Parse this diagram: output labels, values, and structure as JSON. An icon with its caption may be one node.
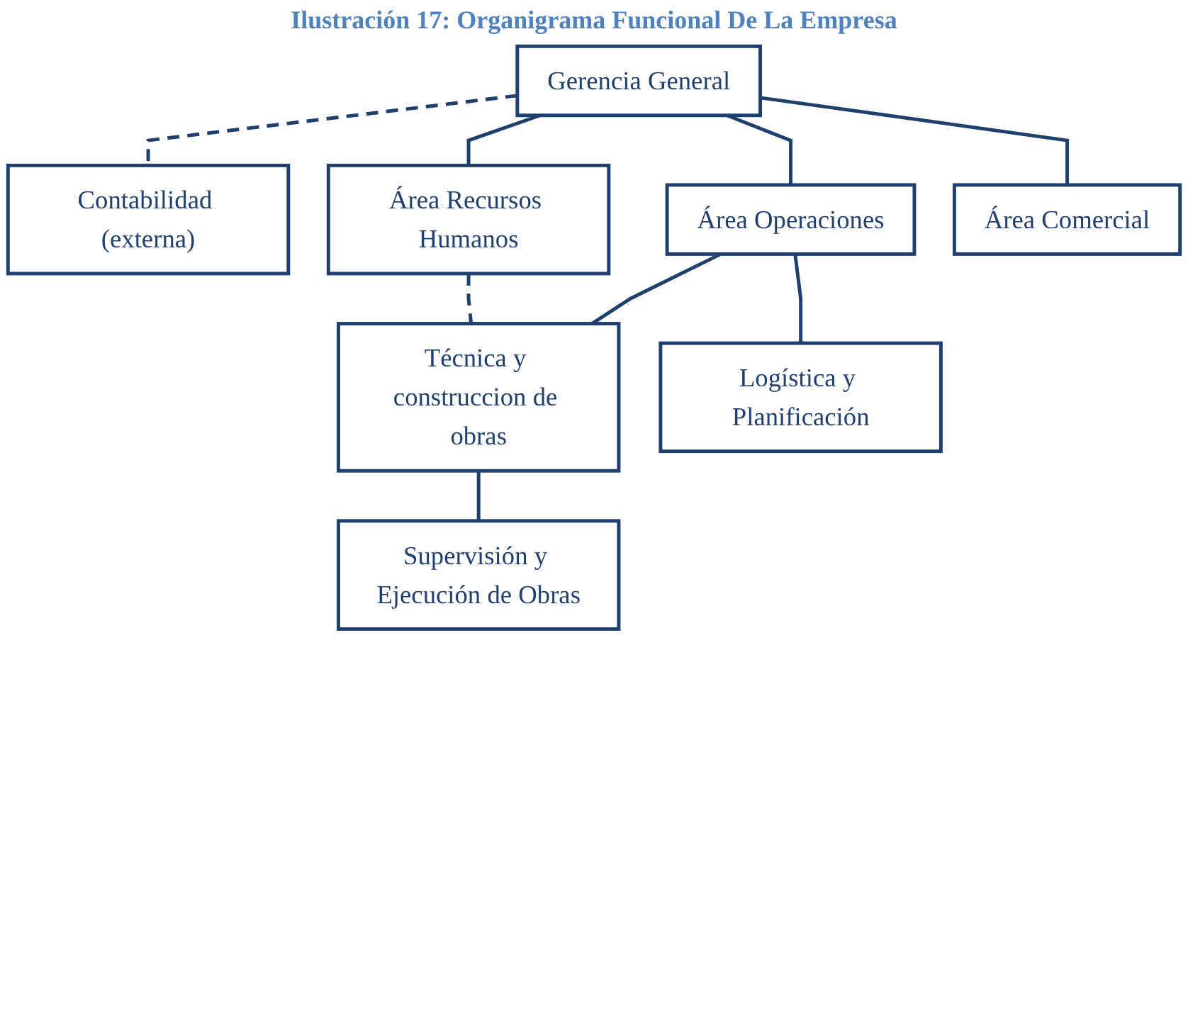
{
  "diagram": {
    "title": "Ilustración 17: Organigrama Funcional De La Empresa",
    "nodes": [
      {
        "text": [
          "Gerencia General"
        ]
      },
      {
        "text": [
          "Contabilidad (externa)"
        ]
      },
      {
        "text": [
          "Área Recursos Humanos"
        ]
      },
      {
        "text": [
          "Área Operaciones"
        ]
      },
      {
        "text": [
          "Área Comercial"
        ]
      },
      {
        "text": [
          "Técnica y construccion de obras"
        ]
      },
      {
        "text": [
          "Logística y Planificación"
        ]
      },
      {
        "text": [
          "Supervisión y Ejecución de Obras"
        ]
      }
    ],
    "edges": [
      {
        "from": 0,
        "to": 1,
        "arrow": "none",
        "style": "dashed"
      },
      {
        "from": 0,
        "to": 2,
        "arrow": "none"
      },
      {
        "from": 0,
        "to": 3,
        "arrow": "none"
      },
      {
        "from": 0,
        "to": 4,
        "arrow": "none"
      },
      {
        "from": 3,
        "to": 5,
        "arrow": "none"
      },
      {
        "from": 3,
        "to": 6,
        "arrow": "none"
      },
      {
        "from": 2,
        "to": 5,
        "arrow": "none",
        "style": "dashed"
      },
      {
        "from": 5,
        "to": 7,
        "arrow": "none"
      }
    ]
  }
}
